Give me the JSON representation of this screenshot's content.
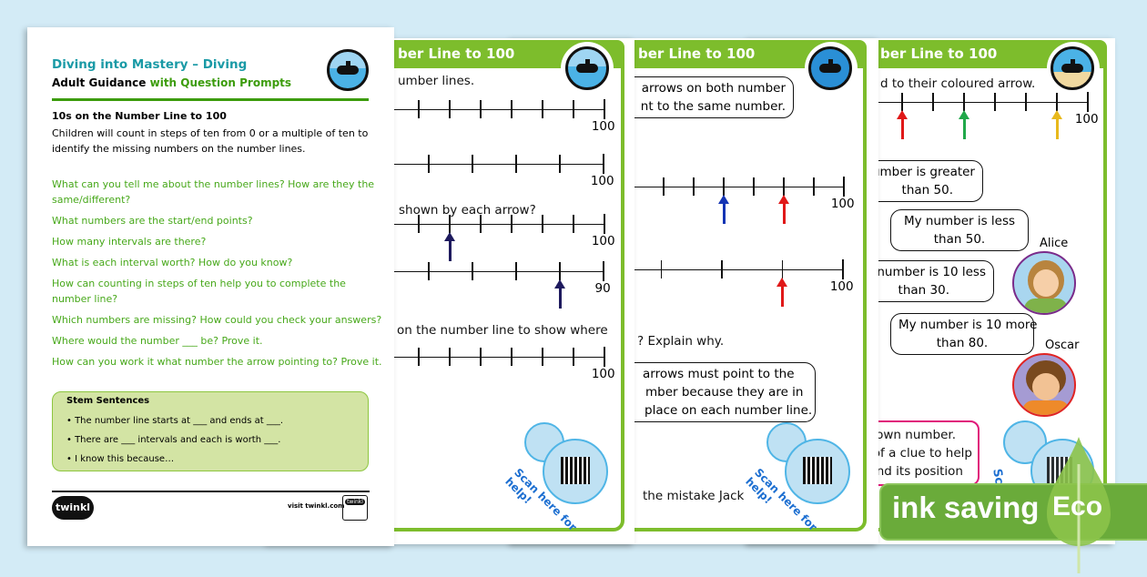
{
  "guidance": {
    "title": "Diving into Mastery – Diving",
    "subtitle_black": "Adult Guidance",
    "subtitle_green": "with Question Prompts",
    "section_heading": "10s on the Number Line to 100",
    "section_body": [
      "Children will count in steps of ten from 0 or a multiple of ten to",
      "identify the missing numbers on the number lines."
    ],
    "questions": [
      [
        "What can you tell me about the number lines? How are they the",
        "same/different?"
      ],
      [
        "What numbers are the start/end points?"
      ],
      [
        "How many intervals are there?"
      ],
      [
        "What is each interval worth? How do you know?"
      ],
      [
        "How can counting in steps of ten help you to complete the",
        "number line?"
      ],
      [
        "Which numbers are missing? How could you check your answers?"
      ],
      [
        "Where would the number ___ be? Prove it."
      ],
      [
        "How can you work it what number the arrow pointing to? Prove it."
      ]
    ],
    "stem": {
      "heading": "Stem Sentences",
      "items": [
        "The number line starts at ___ and ends at ___.",
        "There are ___ intervals and each is worth ___.",
        "I know this because…"
      ]
    },
    "footer": {
      "logo": "twinkl",
      "url": "visit twinkl.com",
      "badge": "twinkl"
    }
  },
  "sheets": [
    {
      "header": "ber Line to 100",
      "texts": [
        "umber lines.",
        "shown by each arrow?",
        "on the number line to show where"
      ],
      "number_lines": [
        {
          "intervals": 10,
          "end_label": "100",
          "arrows": []
        },
        {
          "intervals": 5,
          "end_label": "100",
          "arrows": []
        },
        {
          "intervals": 10,
          "end_label": "100",
          "arrows": [
            {
              "at": 5,
              "color": "#1e1a5e"
            }
          ]
        },
        {
          "intervals": 5,
          "end_label": "90",
          "arrows": [
            {
              "at": 4,
              "color": "#1e1a5e"
            }
          ]
        },
        {
          "intervals": 10,
          "end_label": "100",
          "arrows": []
        }
      ],
      "qr_caption": "Scan here for help!"
    },
    {
      "header": "ber Line to 100",
      "bubbles": [
        [
          "arrows on both number",
          "nt to the same number."
        ],
        [
          "arrows must point to the",
          "mber because they are in",
          "place on each number line."
        ]
      ],
      "texts": [
        "? Explain why.",
        "the mistake Jack"
      ],
      "number_lines": [
        {
          "intervals": 10,
          "end_label": "100",
          "arrows": [
            {
              "at": 6,
              "color": "#1434b4"
            },
            {
              "at": 8,
              "color": "#e01818"
            }
          ]
        },
        {
          "intervals": 5,
          "end_label": "100",
          "arrows": [
            {
              "at": 4,
              "color": "#e01818"
            }
          ]
        }
      ],
      "qr_caption": "Scan here for help!"
    },
    {
      "header": "ber Line to 100",
      "texts": [
        "d to their coloured arrow."
      ],
      "number_lines": [
        {
          "intervals": 10,
          "end_label": "100",
          "arrows": [
            {
              "at": 4,
              "color": "#e01818"
            },
            {
              "at": 6,
              "color": "#20a84a"
            },
            {
              "at": 9,
              "color": "#e8b91c"
            }
          ]
        }
      ],
      "bubbles": [
        [
          "umber is greater",
          "than 50."
        ],
        [
          "My number is less",
          "than 50."
        ],
        [
          "number is 10 less",
          "than 30."
        ],
        [
          "My number is 10 more",
          "than 80."
        ]
      ],
      "characters": [
        "Alice",
        "Oscar"
      ],
      "task_box": [
        "own number.",
        "of a clue to help",
        "ind its position"
      ],
      "qr_caption": "Sca"
    }
  ],
  "eco_banner": {
    "label": "ink saving",
    "badge": "Eco",
    "color": "#6aab3a"
  }
}
